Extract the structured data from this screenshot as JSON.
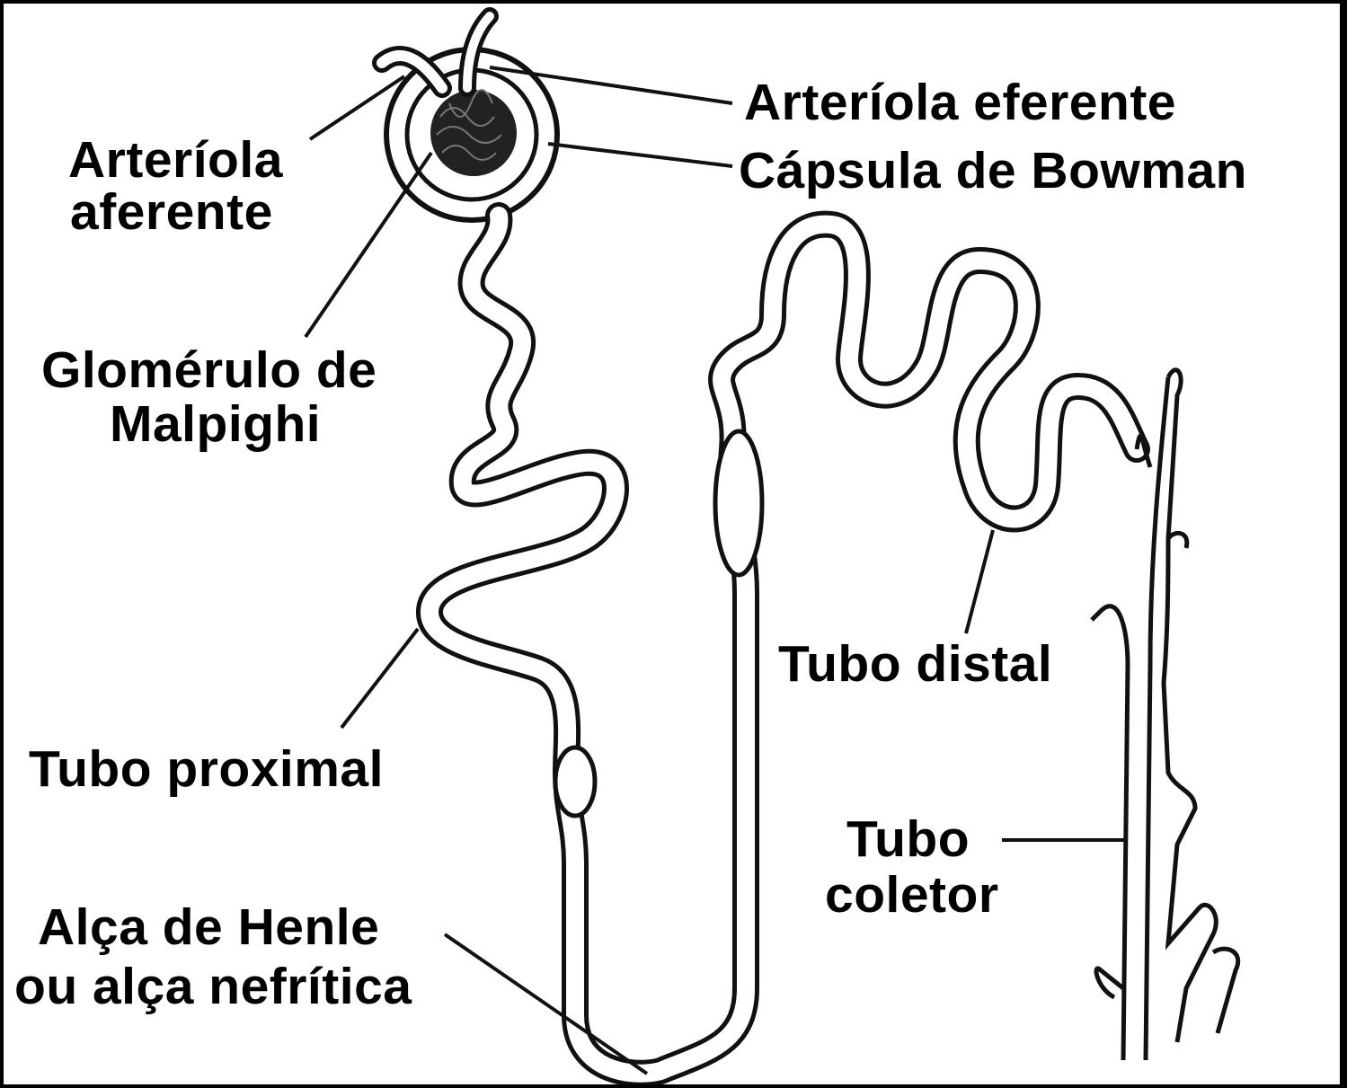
{
  "labels": {
    "arteriola_eferente": "Arteríola eferente",
    "capsula_bowman": "Cápsula de Bowman",
    "arteriola_aferente_1": "Arteríola",
    "arteriola_aferente_2": "aferente",
    "glomerulo_1": "Glomérulo de",
    "glomerulo_2": "Malpighi",
    "tubo_distal": "Tubo distal",
    "tubo_proximal": "Tubo proximal",
    "tubo_coletor_1": "Tubo",
    "tubo_coletor_2": "coletor",
    "alca_henle_1": "Alça de Henle",
    "alca_henle_2": "ou alça nefrítica"
  },
  "colors": {
    "ink": "#111111",
    "paper": "#ffffff",
    "border": "#000000"
  }
}
